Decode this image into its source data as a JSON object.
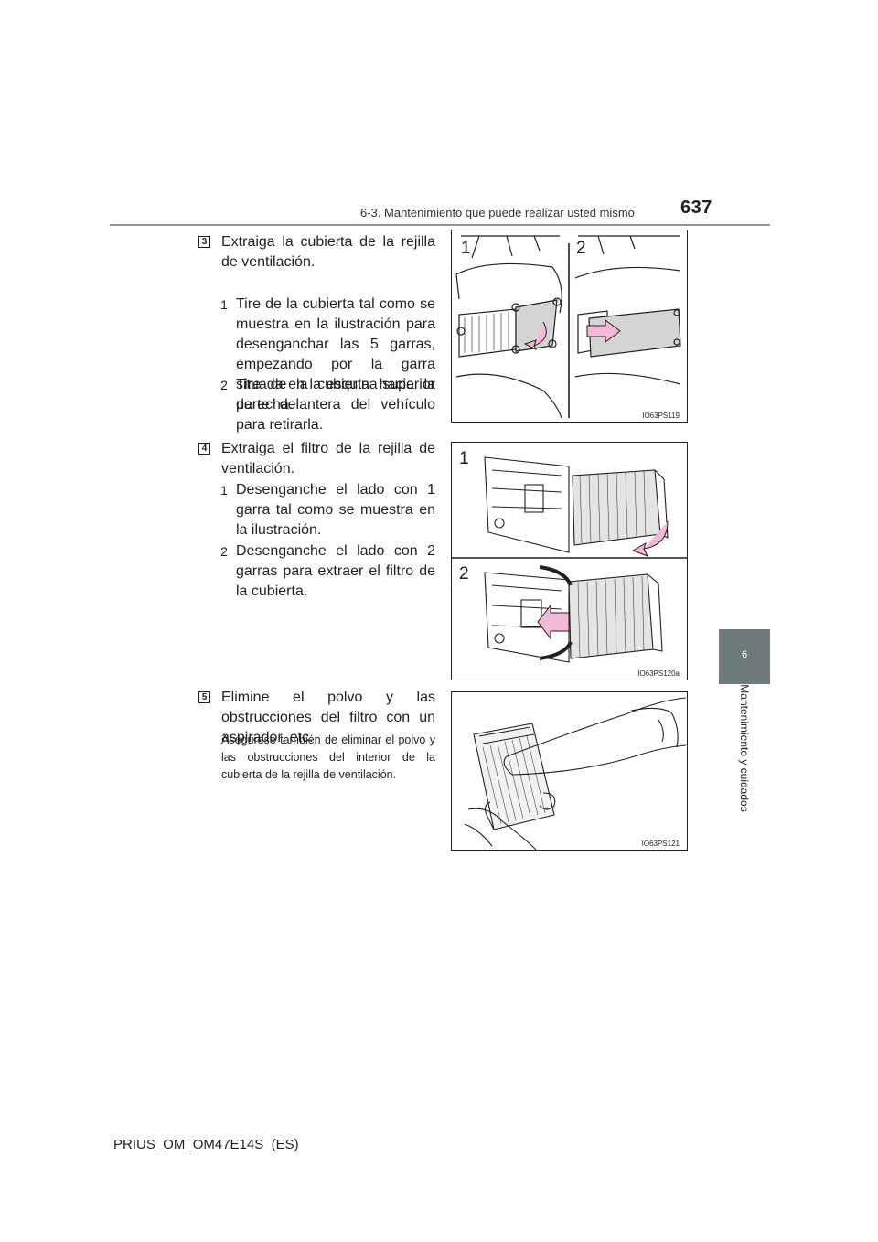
{
  "header": {
    "title": "6-3. Mantenimiento que puede realizar usted mismo",
    "page_number": "637"
  },
  "side_tab": {
    "chapter": "6",
    "label": "Mantenimiento y cuidados"
  },
  "steps": [
    {
      "number": "3",
      "text": "Extraiga la cubierta de la rejilla de ventilación.",
      "substeps": [
        {
          "number": "1",
          "text": "Tire de la cubierta tal como se muestra en la ilustración para desenganchar las 5 garras, empezando por la garra situada en la esquina superior derecha."
        },
        {
          "number": "2",
          "text": "Tire de la cubierta hacia la parte delantera del vehículo para retirarla."
        }
      ],
      "figure": {
        "code": "IO63PS119",
        "callouts": [
          "1",
          "2"
        ]
      }
    },
    {
      "number": "4",
      "text": "Extraiga el filtro de la rejilla de ventilación.",
      "substeps": [
        {
          "number": "1",
          "text": "Desenganche el lado con 1 garra tal como se muestra en la ilustración."
        },
        {
          "number": "2",
          "text": "Desenganche el lado con 2 garras para extraer el filtro de la cubierta."
        }
      ],
      "figure": {
        "code": "IO63PS120a",
        "callouts": [
          "1",
          "2"
        ]
      }
    },
    {
      "number": "5",
      "text": "Elimine el polvo y las obstrucciones del filtro con un aspirador, etc.",
      "note": "Asegúrese también de eliminar el polvo y las obstrucciones del interior de la cubierta de la rejilla de ventilación.",
      "figure": {
        "code": "IO63PS121"
      }
    }
  ],
  "footer": {
    "doc_id": "PRIUS_OM_OM47E14S_(ES)"
  },
  "colors": {
    "side_tab": "#6e7b7c",
    "header_rule": "#8a9a9c",
    "arrow": "#f4b8d8"
  }
}
